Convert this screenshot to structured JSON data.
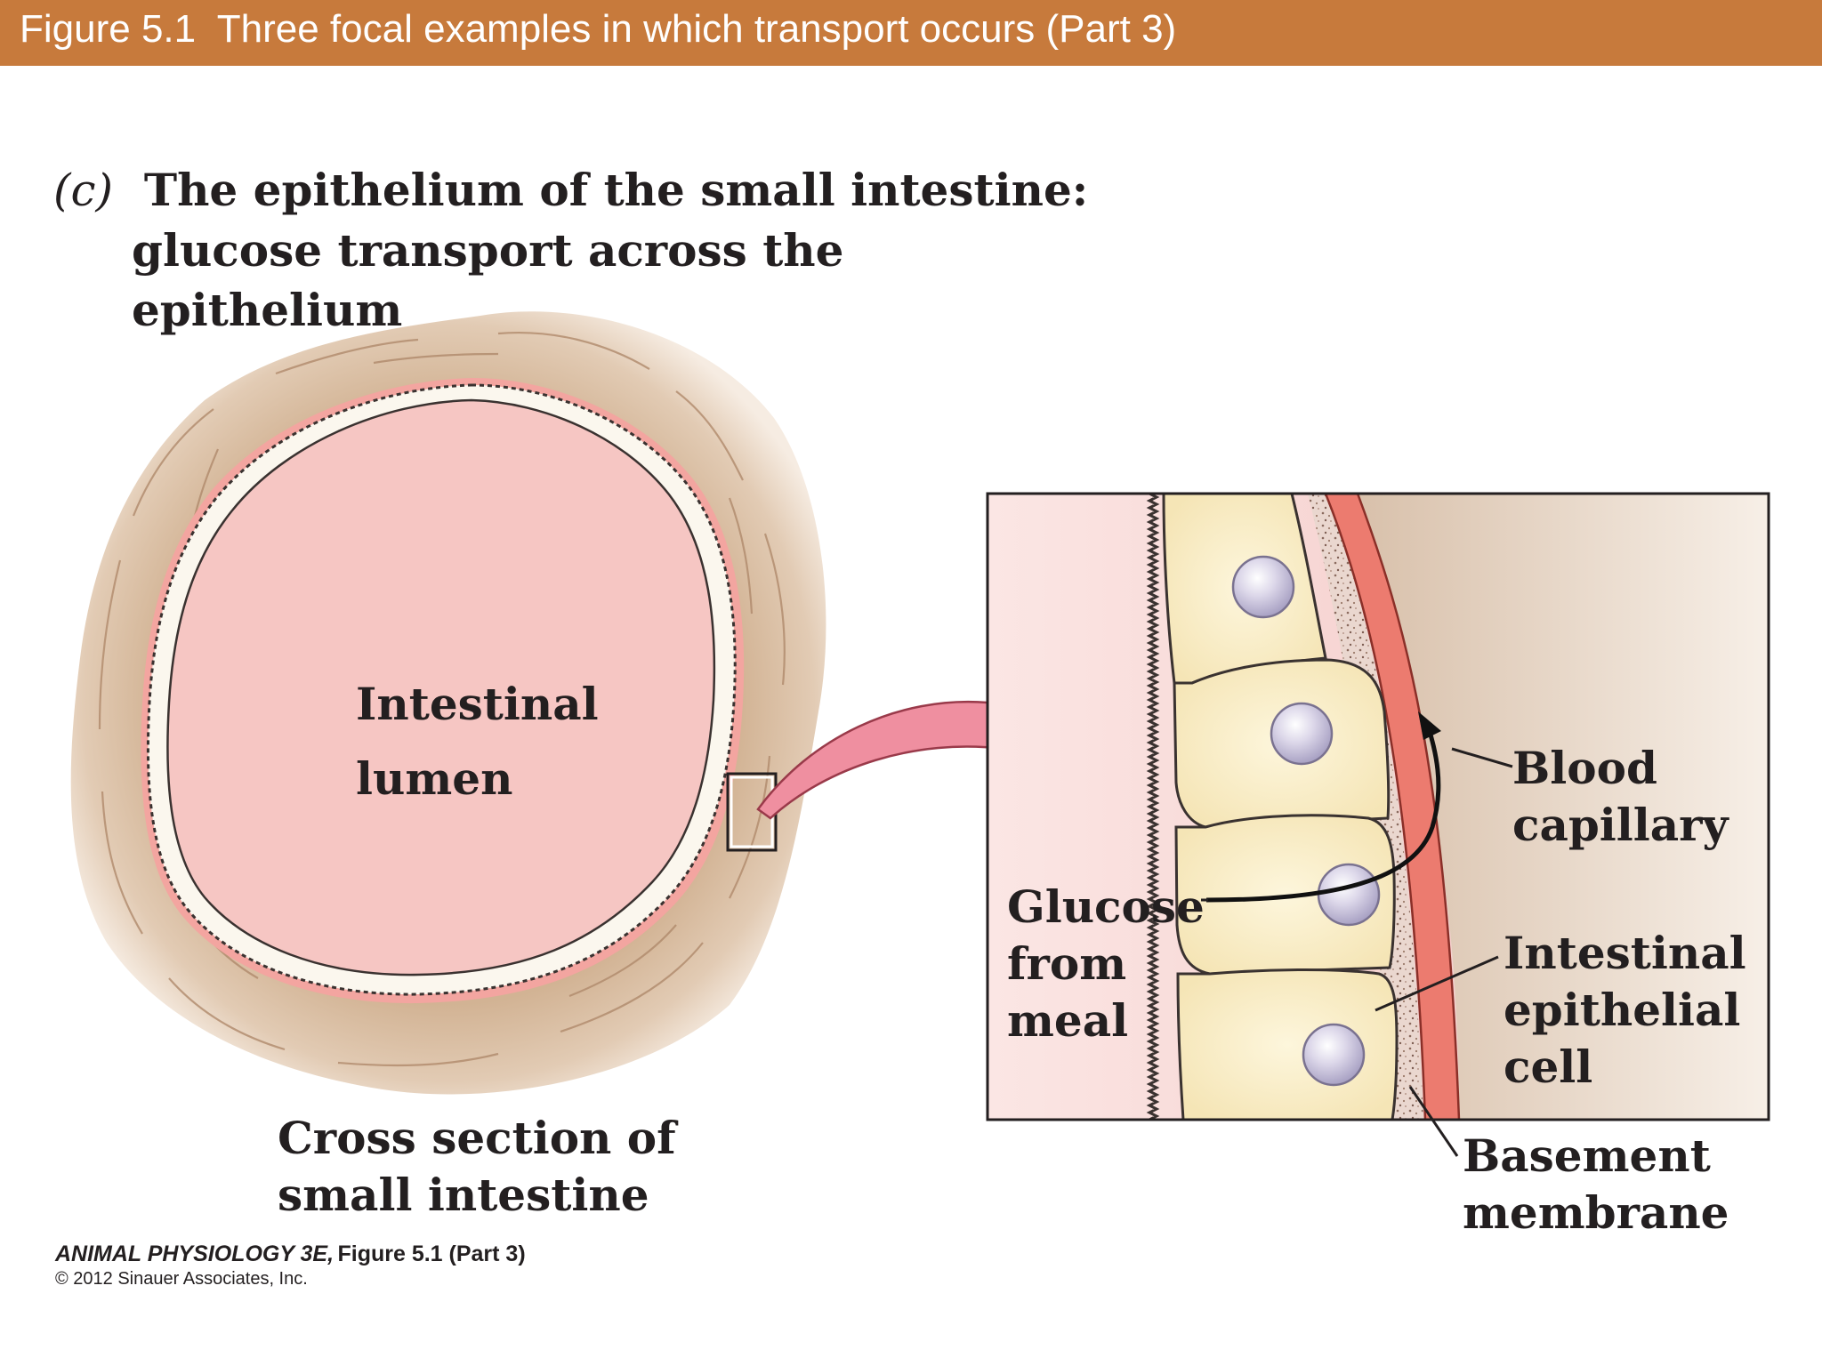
{
  "header": {
    "title": "Figure 5.1  Three focal examples in which transport occurs (Part 3)"
  },
  "panel": {
    "letter": "(c)",
    "heading_line1": "The epithelium of the small intestine:",
    "heading_line2": "glucose transport across the",
    "heading_line3": "epithelium"
  },
  "cross_section": {
    "lumen_label_line1": "Intestinal",
    "lumen_label_line2": "lumen",
    "caption_line1": "Cross section of",
    "caption_line2": "small intestine"
  },
  "inset": {
    "glucose_line1": "Glucose",
    "glucose_line2": "from",
    "glucose_line3": "meal",
    "capillary_line1": "Blood",
    "capillary_line2": "capillary",
    "epithelial_line1": "Intestinal",
    "epithelial_line2": "epithelial",
    "epithelial_line3": "cell",
    "basement_line1": "Basement",
    "basement_line2": "membrane"
  },
  "credit": {
    "book": "ANIMAL PHYSIOLOGY 3E,",
    "figure": "Figure 5.1 (Part 3)",
    "copyright": "© 2012 Sinauer Associates, Inc."
  },
  "colors": {
    "title_bar": "#c77a3c",
    "lumen": "#f6c6c3",
    "wall": "#dcc3a8",
    "capillary": "#ec7b6f",
    "cell_fill": "#fbf0cc",
    "nucleus": "#c9c3dc",
    "arrow_pink": "#ef8fa0"
  }
}
